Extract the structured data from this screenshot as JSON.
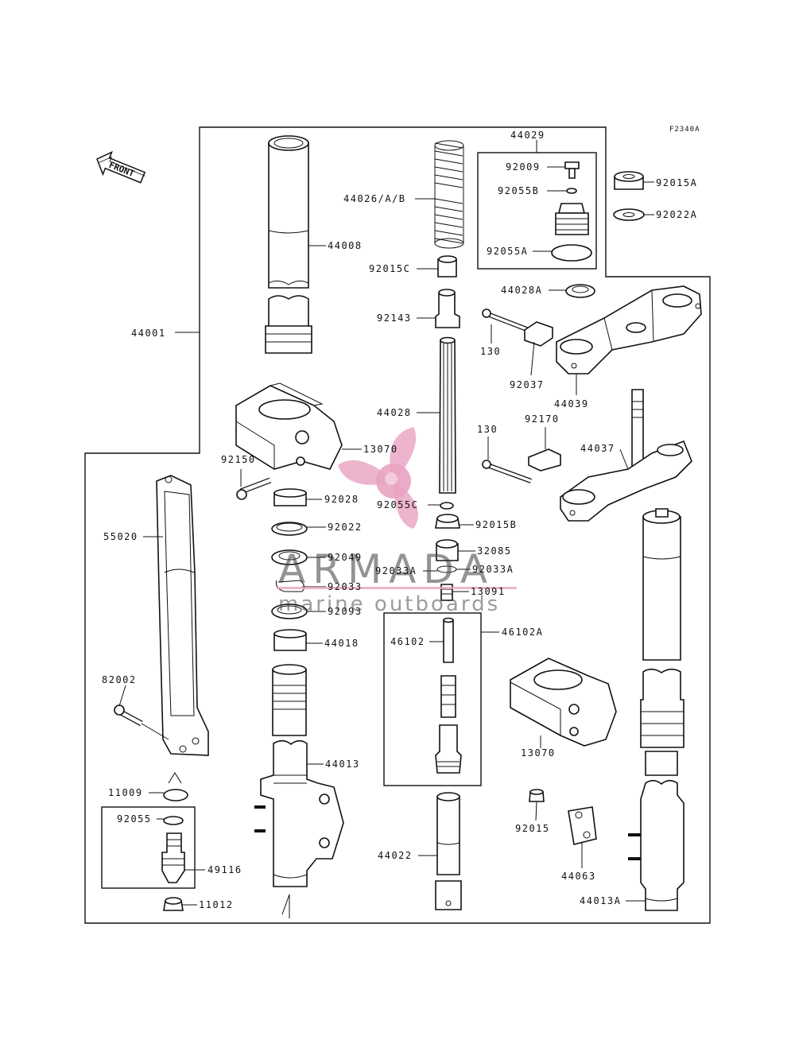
{
  "figure_code": "F2340A",
  "front_label": "FRONT",
  "watermark": {
    "brand": "ARMADA",
    "tagline": "marine outboards",
    "colors": {
      "propeller": "#e8a3c0",
      "text": "#3a3a3a"
    }
  },
  "parts": [
    {
      "id": "p44001",
      "label": "44001"
    },
    {
      "id": "p44008",
      "label": "44008"
    },
    {
      "id": "p44026",
      "label": "44026/A/B"
    },
    {
      "id": "p92015c",
      "label": "92015C"
    },
    {
      "id": "p92143",
      "label": "92143"
    },
    {
      "id": "p44028",
      "label": "44028"
    },
    {
      "id": "p44029",
      "label": "44029"
    },
    {
      "id": "p92009",
      "label": "92009"
    },
    {
      "id": "p92055b",
      "label": "92055B"
    },
    {
      "id": "p92055a",
      "label": "92055A"
    },
    {
      "id": "p92015a",
      "label": "92015A"
    },
    {
      "id": "p92022a",
      "label": "92022A"
    },
    {
      "id": "p44028a",
      "label": "44028A"
    },
    {
      "id": "p130a",
      "label": "130"
    },
    {
      "id": "p92037",
      "label": "92037"
    },
    {
      "id": "p44039",
      "label": "44039"
    },
    {
      "id": "p92170",
      "label": "92170"
    },
    {
      "id": "p130b",
      "label": "130"
    },
    {
      "id": "p44037",
      "label": "44037"
    },
    {
      "id": "p13070a",
      "label": "13070"
    },
    {
      "id": "p92150",
      "label": "92150"
    },
    {
      "id": "p92028",
      "label": "92028"
    },
    {
      "id": "p92022",
      "label": "92022"
    },
    {
      "id": "p92049",
      "label": "92049"
    },
    {
      "id": "p92033",
      "label": "92033"
    },
    {
      "id": "p92093",
      "label": "92093"
    },
    {
      "id": "p44018",
      "label": "44018"
    },
    {
      "id": "p92055c",
      "label": "92055C"
    },
    {
      "id": "p92015b",
      "label": "92015B"
    },
    {
      "id": "p32085",
      "label": "32085"
    },
    {
      "id": "p92033a1",
      "label": "92033A"
    },
    {
      "id": "p92033a2",
      "label": "92033A"
    },
    {
      "id": "p13091",
      "label": "13091"
    },
    {
      "id": "p46102a",
      "label": "46102A"
    },
    {
      "id": "p46102",
      "label": "46102"
    },
    {
      "id": "p55020",
      "label": "55020"
    },
    {
      "id": "p82002",
      "label": "82002"
    },
    {
      "id": "p44013",
      "label": "44013"
    },
    {
      "id": "p11009",
      "label": "11009"
    },
    {
      "id": "p92055",
      "label": "92055"
    },
    {
      "id": "p49116",
      "label": "49116"
    },
    {
      "id": "p11012",
      "label": "11012"
    },
    {
      "id": "p44022",
      "label": "44022"
    },
    {
      "id": "p13070b",
      "label": "13070"
    },
    {
      "id": "p92015",
      "label": "92015"
    },
    {
      "id": "p44063",
      "label": "44063"
    },
    {
      "id": "p44013a",
      "label": "44013A"
    }
  ]
}
